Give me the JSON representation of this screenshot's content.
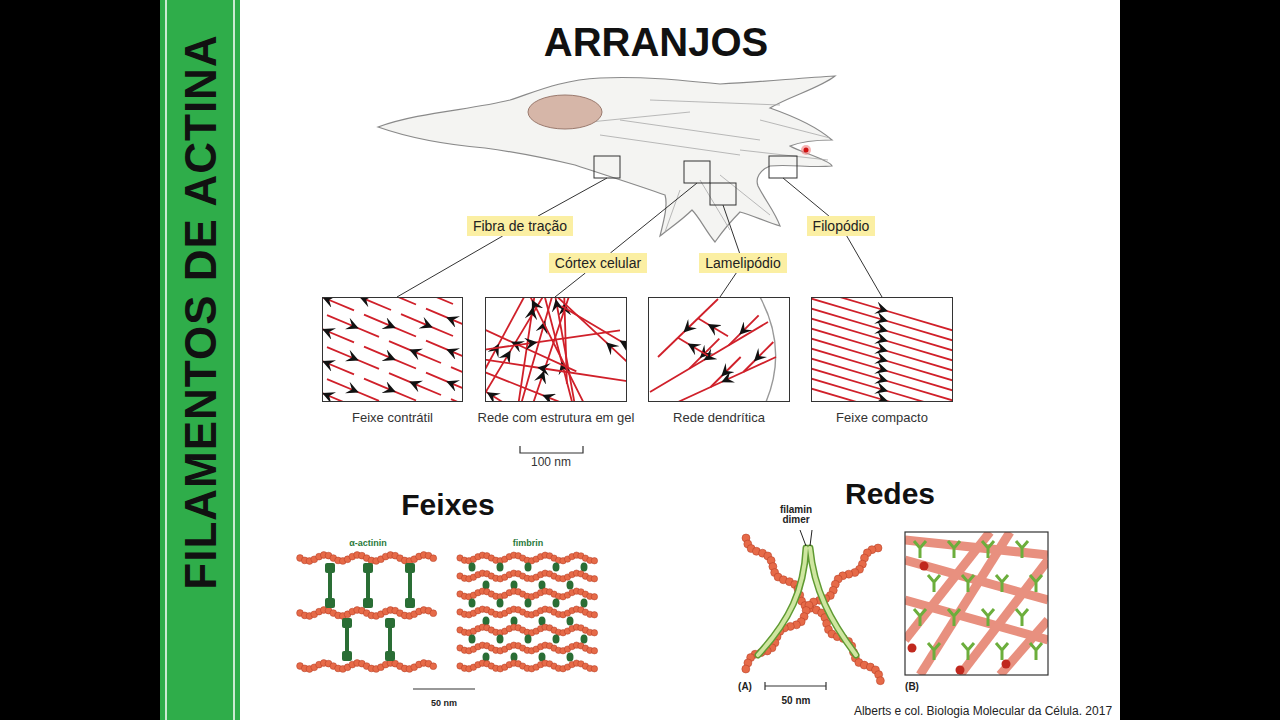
{
  "diagram": {
    "title": "ARRANJOS",
    "caption": "Alberts e col. Biologia Molecular da Célula. 2017",
    "nodes": [
      {
        "text": [
          "Fibra de tração"
        ]
      },
      {
        "text": [
          "Córtex celular"
        ]
      },
      {
        "text": [
          "Lamelipódio"
        ]
      },
      {
        "text": [
          "Filopódio"
        ]
      },
      {
        "text": [
          "Feixe contrátil"
        ]
      },
      {
        "text": [
          "Rede com estrutura em gel"
        ]
      },
      {
        "text": [
          "Rede dendrítica"
        ]
      },
      {
        "text": [
          "Feixe compacto"
        ]
      }
    ],
    "edges": [
      {
        "from": 0,
        "to": 4,
        "arrow": "none"
      },
      {
        "from": 1,
        "to": 5,
        "arrow": "none"
      },
      {
        "from": 2,
        "to": 6,
        "arrow": "none"
      },
      {
        "from": 3,
        "to": 7,
        "arrow": "none"
      }
    ],
    "labels": [
      "FILAMENTOS DE ACTINA",
      "100 nm",
      "Feixes",
      "α-actinin",
      "fimbrin",
      "50 nm",
      "Redes",
      "filamin dimer",
      "(A)",
      "50 nm",
      "(B)"
    ]
  }
}
